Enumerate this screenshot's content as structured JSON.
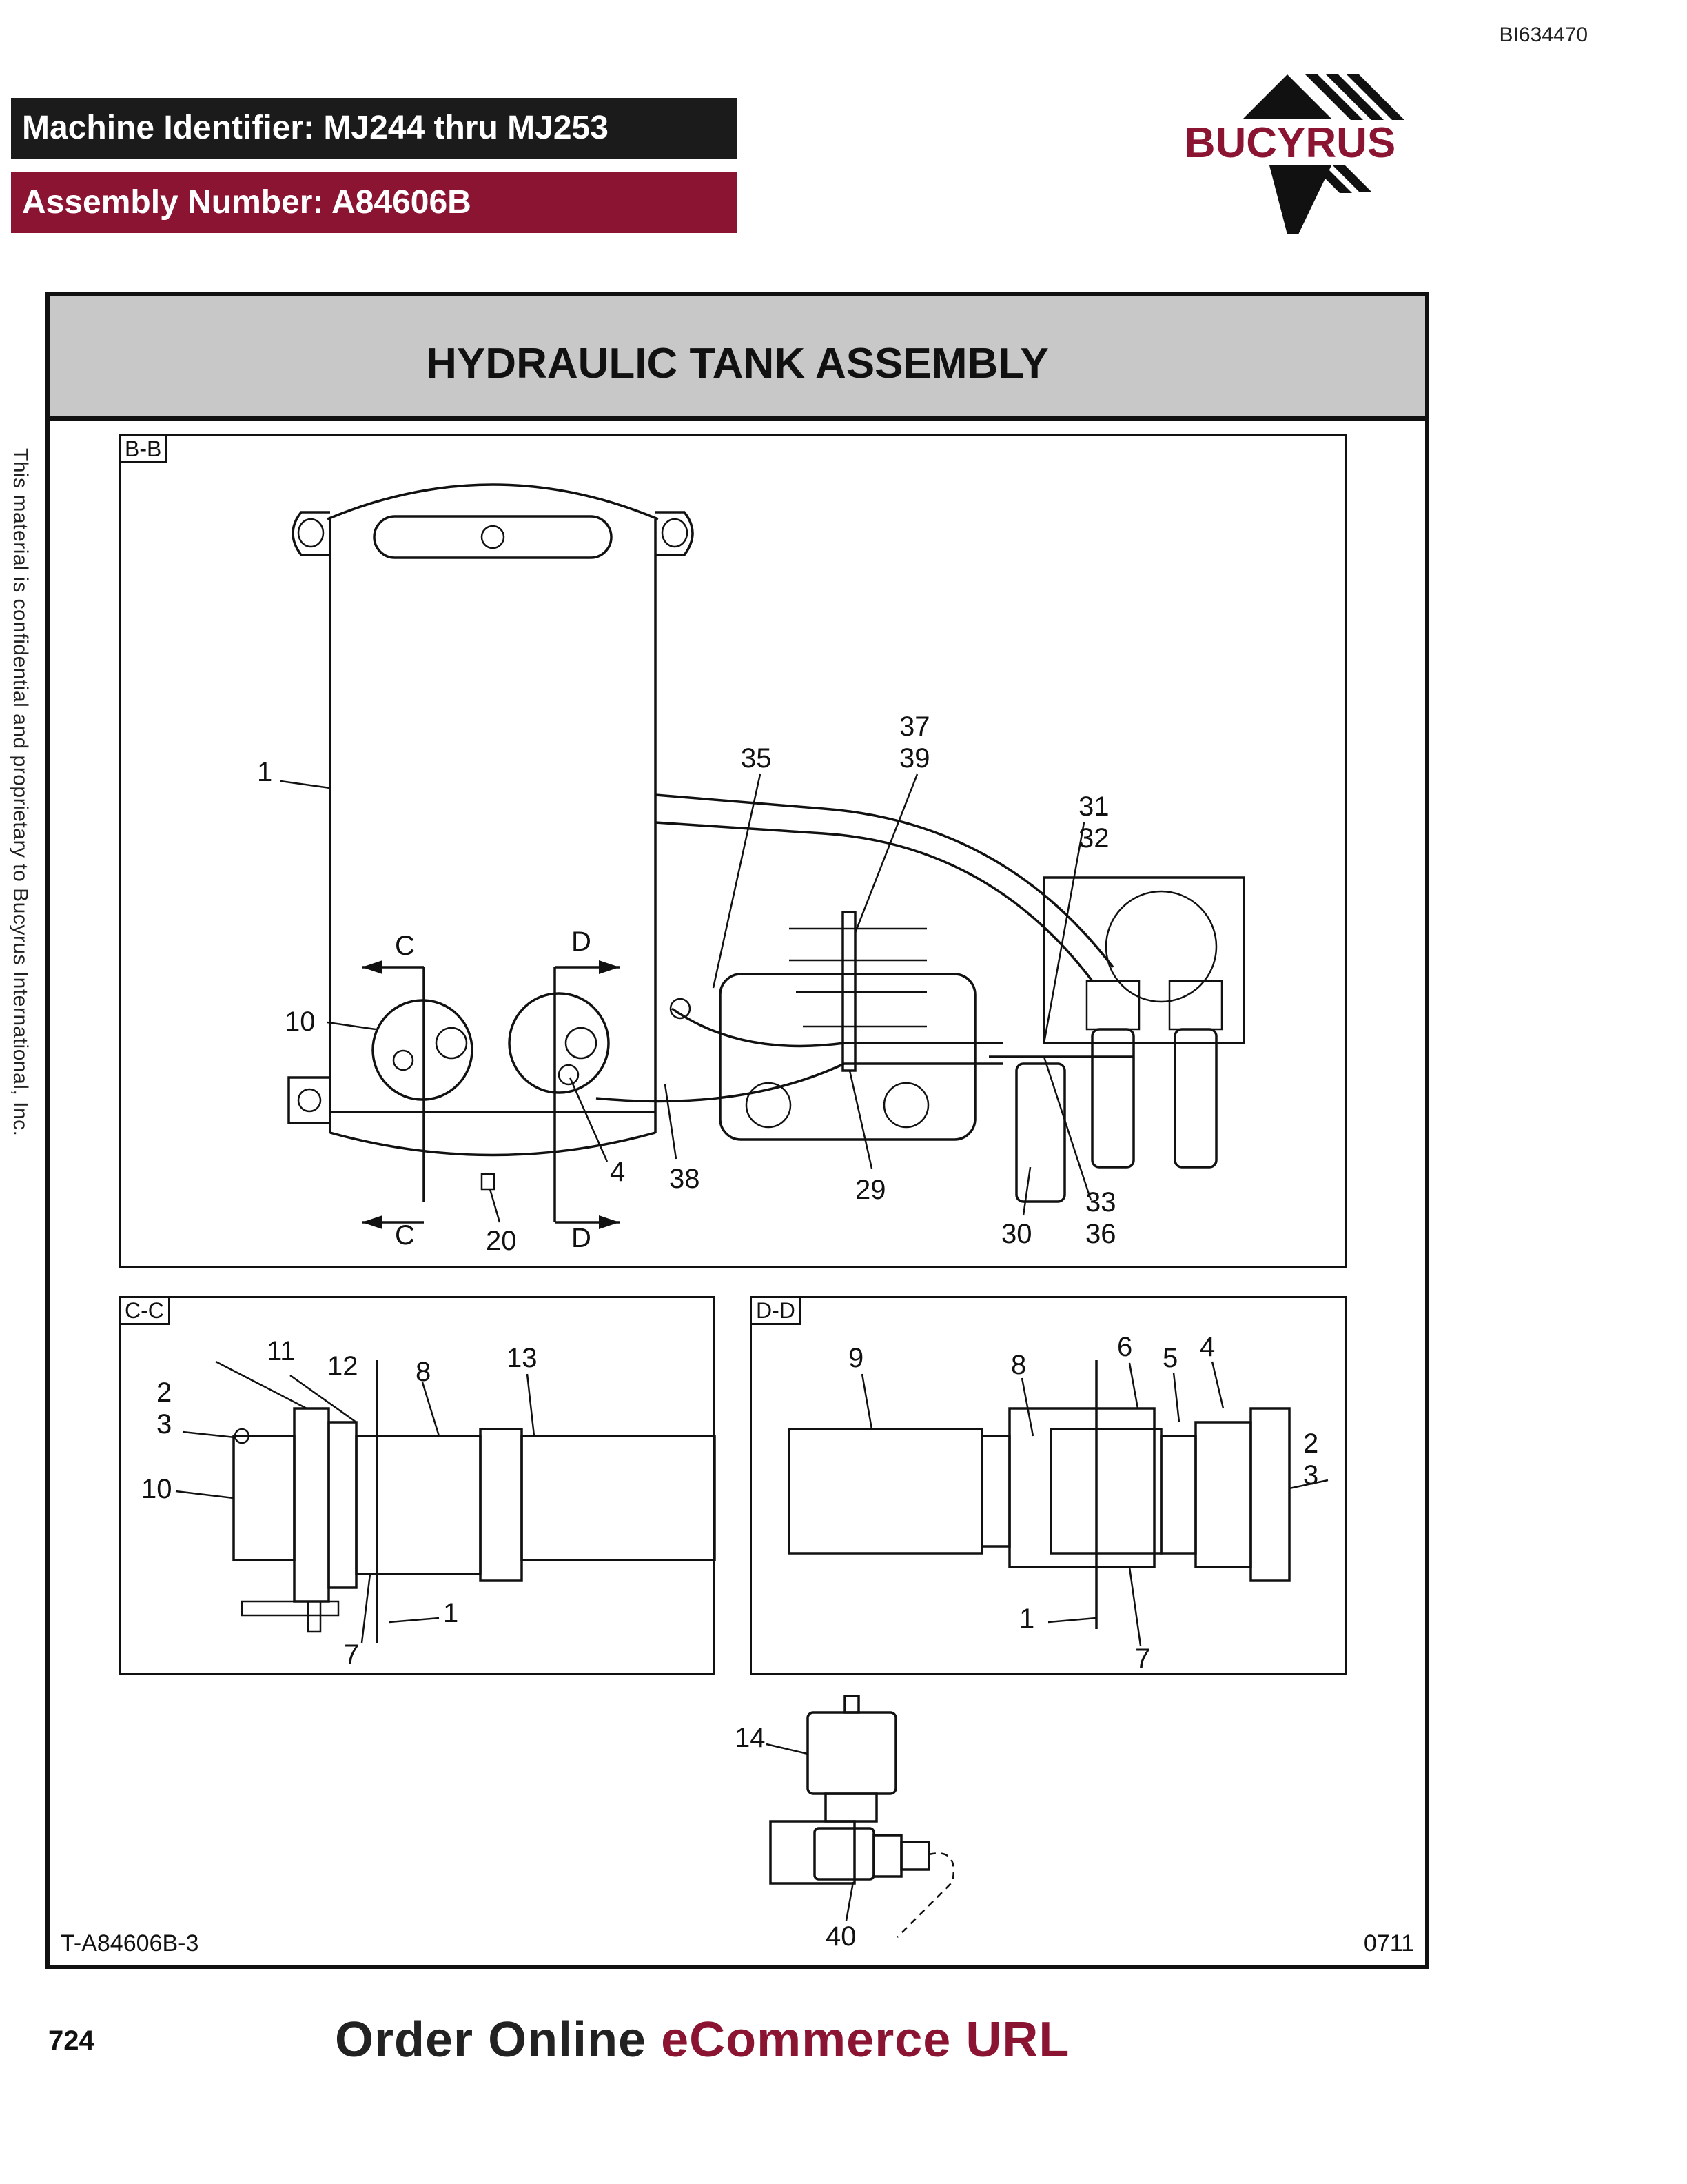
{
  "header": {
    "doc_id": "BI634470",
    "machine_identifier": "Machine Identifier: MJ244 thru MJ253",
    "assembly_number": "Assembly Number: A84606B",
    "brand": "BUCYRUS"
  },
  "side_note": "This material is confidential and proprietary to Bucyrus International, Inc.",
  "title": "HYDRAULIC TANK ASSEMBLY",
  "views": {
    "bb": {
      "tag": "B-B",
      "callouts": [
        "1",
        "35",
        "37",
        "39",
        "31",
        "32",
        "10",
        "4",
        "38",
        "29",
        "30",
        "33",
        "36",
        "20"
      ],
      "section_labels": [
        "C",
        "C",
        "D",
        "D"
      ]
    },
    "cc": {
      "tag": "C-C",
      "callouts": [
        "11",
        "12",
        "8",
        "13",
        "2",
        "3",
        "10",
        "1",
        "7"
      ]
    },
    "dd": {
      "tag": "D-D",
      "callouts": [
        "9",
        "8",
        "6",
        "5",
        "4",
        "2",
        "3",
        "1",
        "7"
      ]
    },
    "detail": {
      "callouts": [
        "14",
        "40"
      ]
    }
  },
  "footer": {
    "drawing_code": "T-A84606B-3",
    "drawing_date": "0711",
    "page_number": "724",
    "order_prefix": "Order Online",
    "order_suffix": "eCommerce URL"
  },
  "colors": {
    "brand_red": "#8b1432",
    "band_dark": "#1b1b1b",
    "title_gray": "#c8c8c8"
  }
}
